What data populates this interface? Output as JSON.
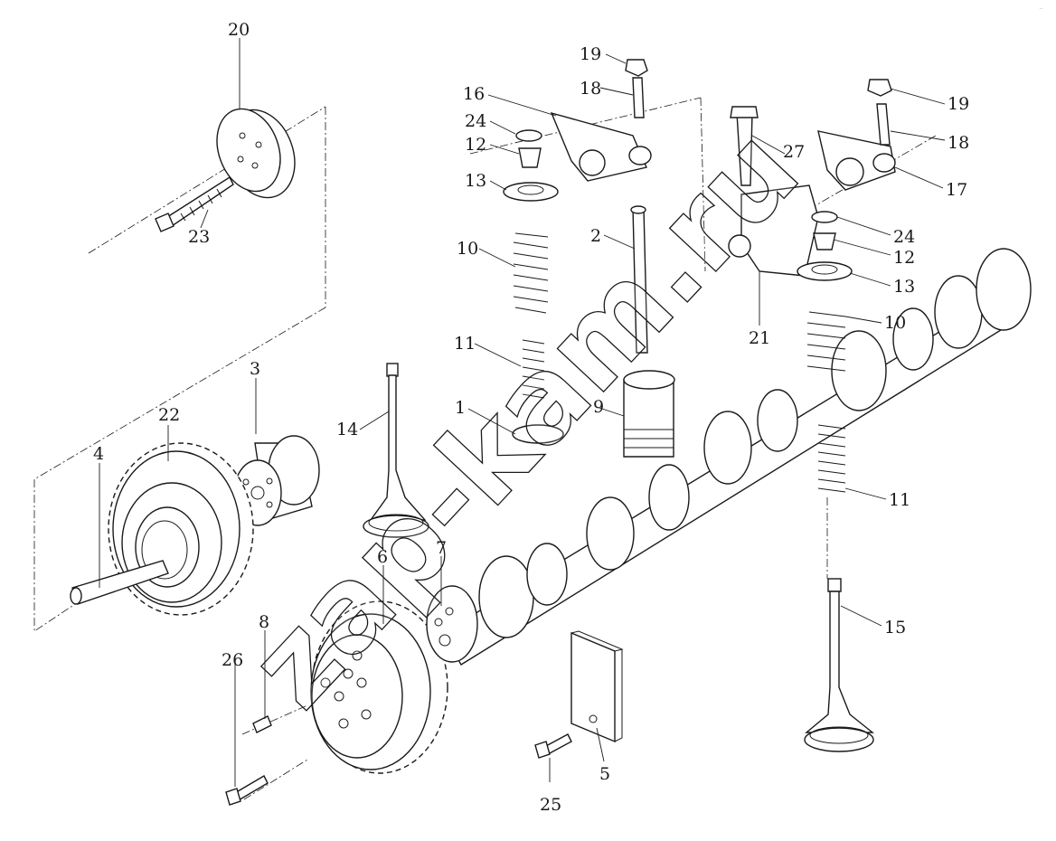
{
  "watermark": "zap-kam.ru",
  "corner_mark": "..",
  "callouts": [
    {
      "id": "c20a",
      "text": "20"
    },
    {
      "id": "c23",
      "text": "23"
    },
    {
      "id": "c19a",
      "text": "19"
    },
    {
      "id": "c18a",
      "text": "18"
    },
    {
      "id": "c16",
      "text": "16"
    },
    {
      "id": "c24a",
      "text": "24"
    },
    {
      "id": "c12a",
      "text": "12"
    },
    {
      "id": "c13a",
      "text": "13"
    },
    {
      "id": "c10a",
      "text": "10"
    },
    {
      "id": "c2",
      "text": "2"
    },
    {
      "id": "c11a",
      "text": "11"
    },
    {
      "id": "c1",
      "text": "1"
    },
    {
      "id": "c9",
      "text": "9"
    },
    {
      "id": "c3",
      "text": "3"
    },
    {
      "id": "c14",
      "text": "14"
    },
    {
      "id": "c22",
      "text": "22"
    },
    {
      "id": "c4",
      "text": "4"
    },
    {
      "id": "c6",
      "text": "6"
    },
    {
      "id": "c7",
      "text": "7"
    },
    {
      "id": "c8",
      "text": "8"
    },
    {
      "id": "c26",
      "text": "26"
    },
    {
      "id": "c25",
      "text": "25"
    },
    {
      "id": "c5",
      "text": "5"
    },
    {
      "id": "c27",
      "text": "27"
    },
    {
      "id": "c19b",
      "text": "19"
    },
    {
      "id": "c18b",
      "text": "18"
    },
    {
      "id": "c17",
      "text": "17"
    },
    {
      "id": "c24b",
      "text": "24"
    },
    {
      "id": "c12b",
      "text": "12"
    },
    {
      "id": "c13b",
      "text": "13"
    },
    {
      "id": "c21",
      "text": "21"
    },
    {
      "id": "c10b",
      "text": "10"
    },
    {
      "id": "c11b",
      "text": "11"
    },
    {
      "id": "c15",
      "text": "15"
    }
  ]
}
